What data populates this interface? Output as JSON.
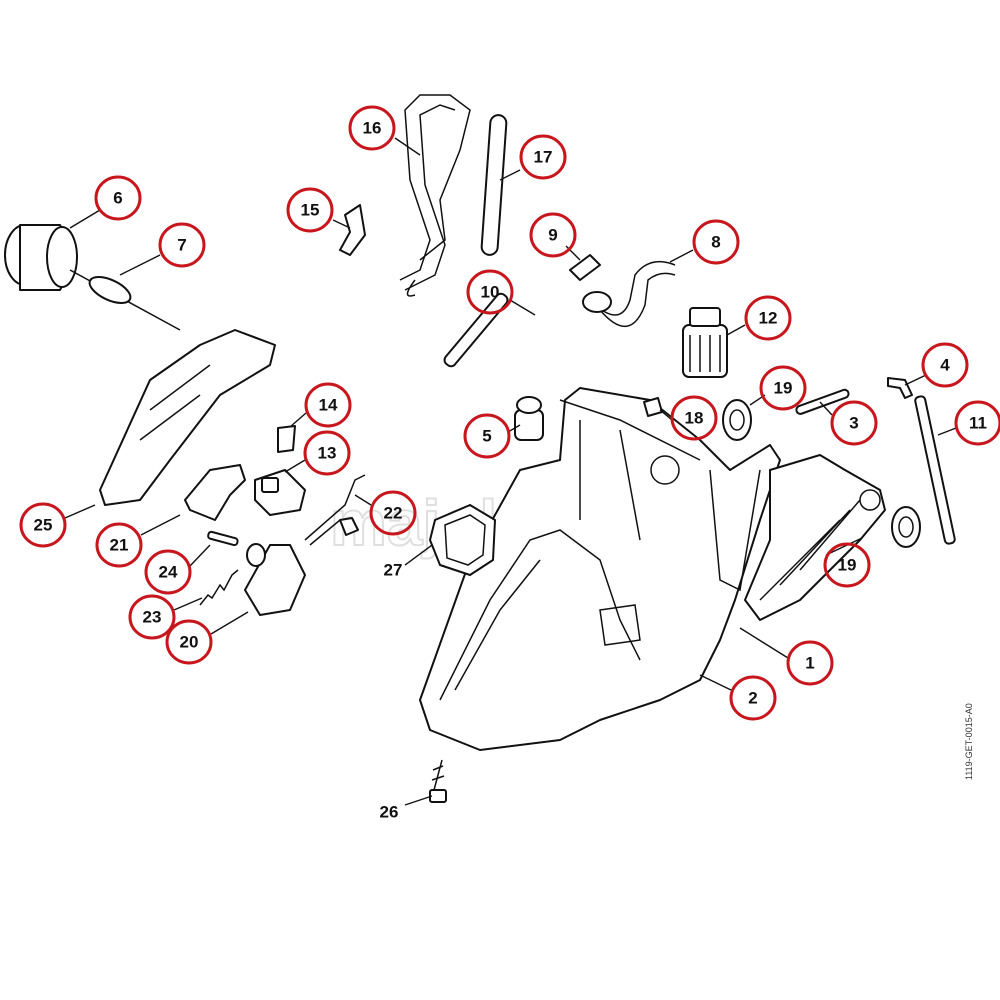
{
  "diagram": {
    "code": "1119-GET-0015-A0",
    "watermark": "majokers",
    "accent_color": "#c8161d",
    "callouts": [
      {
        "label": "16",
        "circled": true
      },
      {
        "label": "17",
        "circled": true
      },
      {
        "label": "6",
        "circled": true
      },
      {
        "label": "15",
        "circled": true
      },
      {
        "label": "7",
        "circled": true
      },
      {
        "label": "9",
        "circled": true
      },
      {
        "label": "8",
        "circled": true
      },
      {
        "label": "10",
        "circled": true
      },
      {
        "label": "12",
        "circled": true
      },
      {
        "label": "4",
        "circled": true
      },
      {
        "label": "19",
        "circled": true
      },
      {
        "label": "14",
        "circled": true
      },
      {
        "label": "18",
        "circled": true
      },
      {
        "label": "3",
        "circled": true
      },
      {
        "label": "11",
        "circled": true
      },
      {
        "label": "5",
        "circled": true
      },
      {
        "label": "13",
        "circled": true
      },
      {
        "label": "25",
        "circled": true
      },
      {
        "label": "21",
        "circled": true
      },
      {
        "label": "22",
        "circled": true
      },
      {
        "label": "27",
        "circled": false
      },
      {
        "label": "24",
        "circled": true
      },
      {
        "label": "19",
        "circled": true
      },
      {
        "label": "23",
        "circled": true
      },
      {
        "label": "20",
        "circled": true
      },
      {
        "label": "1",
        "circled": true
      },
      {
        "label": "2",
        "circled": true
      },
      {
        "label": "26",
        "circled": false
      }
    ]
  }
}
